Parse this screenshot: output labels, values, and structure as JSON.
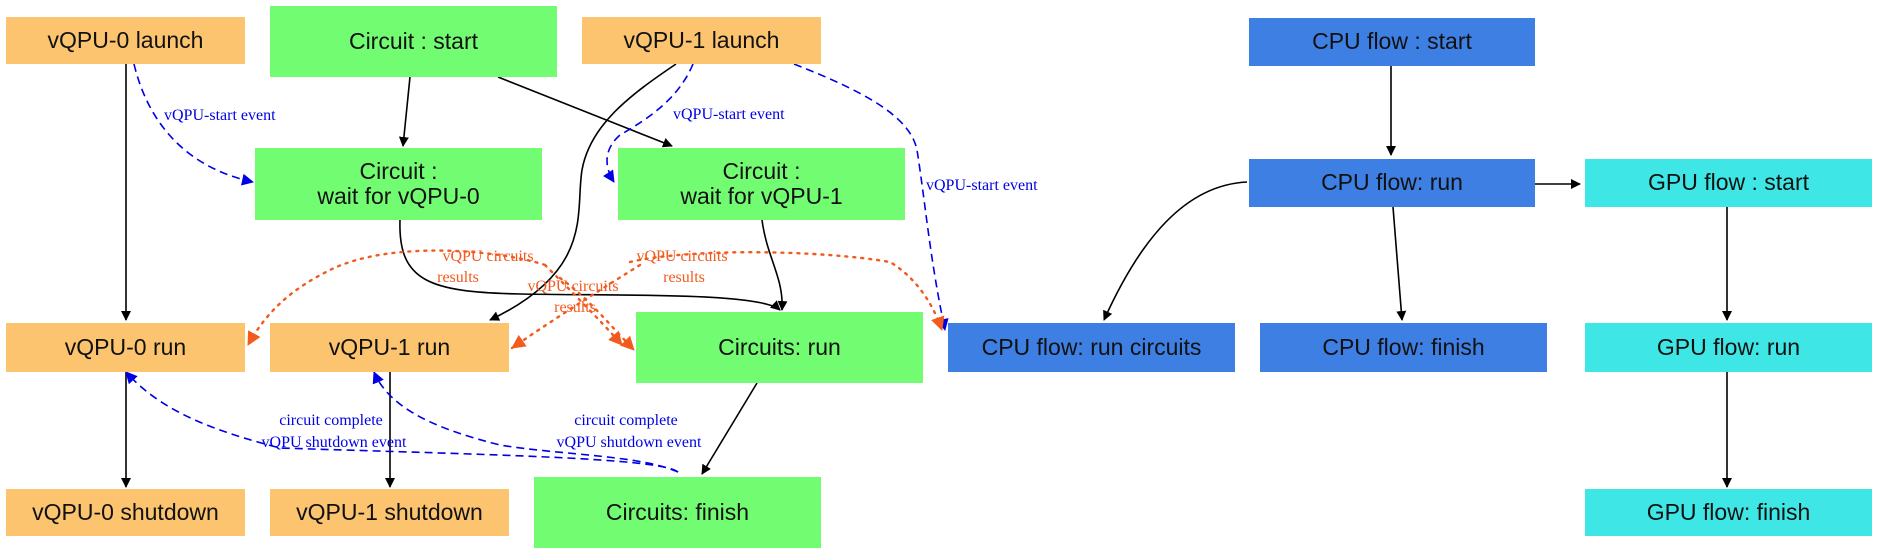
{
  "colors": {
    "vqpu": "#fcc46f",
    "circuit": "#72fc72",
    "cpu": "#3e7fe3",
    "gpu": "#3ee6e6",
    "control_edge": "#000000",
    "event_edge": "#0000e6",
    "results_edge": "#f25a1e"
  },
  "nodes": {
    "vqpu0_launch": "vQPU-0 launch",
    "circuit_start": "Circuit : start",
    "vqpu1_launch": "vQPU-1 launch",
    "cpu_start": "CPU flow : start",
    "wait_vqpu0": "Circuit :\nwait for vQPU-0",
    "wait_vqpu1": "Circuit :\nwait for vQPU-1",
    "cpu_run": "CPU flow: run",
    "gpu_start": "GPU flow : start",
    "vqpu0_run": "vQPU-0 run",
    "vqpu1_run": "vQPU-1 run",
    "circuits_run": "Circuits: run",
    "cpu_run_circuits": "CPU flow: run circuits",
    "cpu_finish": "CPU flow: finish",
    "gpu_run": "GPU flow: run",
    "vqpu0_shutdown": "vQPU-0 shutdown",
    "vqpu1_shutdown": "vQPU-1 shutdown",
    "circuits_finish": "Circuits: finish",
    "gpu_finish": "GPU flow: finish"
  },
  "edge_labels": {
    "vqpu_start_event": "vQPU-start event",
    "vqpu_circuits": "vQPU circuits",
    "results": "results",
    "circuit_complete": "circuit complete",
    "vqpu_shutdown_event": "vQPU shutdown event"
  }
}
